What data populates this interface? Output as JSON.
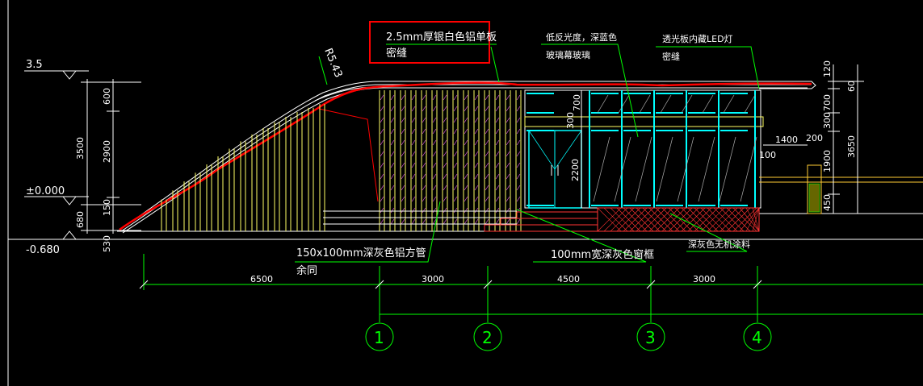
{
  "levels": {
    "top": "3.5",
    "zero": "±0.000",
    "bottom": "-0.680"
  },
  "dims_left_outer": [
    "3500",
    "680"
  ],
  "dims_left_inner": [
    "600",
    "2900",
    "150",
    "530"
  ],
  "dims_right": [
    "120",
    "60",
    "700",
    "300",
    "1900",
    "450",
    "3650"
  ],
  "dims_mid": [
    "700",
    "300",
    "2200",
    "1400",
    "200",
    "100"
  ],
  "radius": "R5.43",
  "labels": {
    "panel_line1": "2.5mm厚银白色铝单板",
    "panel_line2": "密缝",
    "glass_line1": "低反光度，深蓝色",
    "glass_line2": "玻璃幕玻璃",
    "led_line1": "透光板内藏LED灯",
    "led_line2": "密缝",
    "tube_line1": "150x100mm深灰色铝方管",
    "tube_line2": "余同",
    "frame": "100mm宽深灰色窗框",
    "paint": "深灰色无机涂料"
  },
  "bay_dims": [
    "6500",
    "3000",
    "4500",
    "3000"
  ],
  "grid_axes": [
    "1",
    "2",
    "3",
    "4"
  ],
  "colors": {
    "background": "#000000",
    "line_white": "#ffffff",
    "line_yellow": "#ffff66",
    "line_green": "#00ff00",
    "line_cyan": "#00ffff",
    "highlight_red": "#ff0000"
  }
}
